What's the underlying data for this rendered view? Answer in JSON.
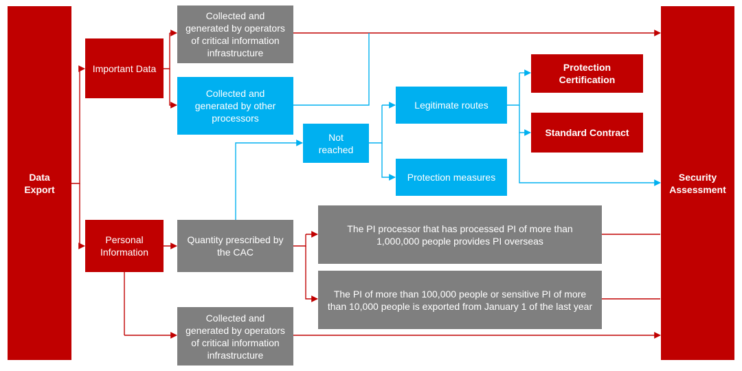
{
  "colors": {
    "red": "#c00000",
    "gray": "#7f7f7f",
    "blue": "#00b0f0"
  },
  "nodes": {
    "data_export": "Data\nExport",
    "security_assessment": "Security\nAssessment",
    "important_data": "Important Data",
    "personal_information": "Personal\nInformation",
    "cii_operators_top": "Collected and\ngenerated by operators\nof critical information\ninfrastructure",
    "other_processors": "Collected and\ngenerated by other\nprocessors",
    "not_reached": "Not\nreached",
    "legitimate_routes": "Legitimate routes",
    "protection_measures": "Protection measures",
    "protection_certification": "Protection\nCertification",
    "standard_contract": "Standard Contract",
    "quantity_cac": "Quantity prescribed by\nthe CAC",
    "pi_million": "The PI processor that has processed PI of more than\n1,000,000 people provides PI overseas",
    "pi_100k": "The PI of more than 100,000 people or sensitive PI of more\nthan 10,000 people is exported from January 1 of the last year",
    "cii_operators_bottom": "Collected and\ngenerated by operators\nof critical information\ninfrastructure"
  }
}
